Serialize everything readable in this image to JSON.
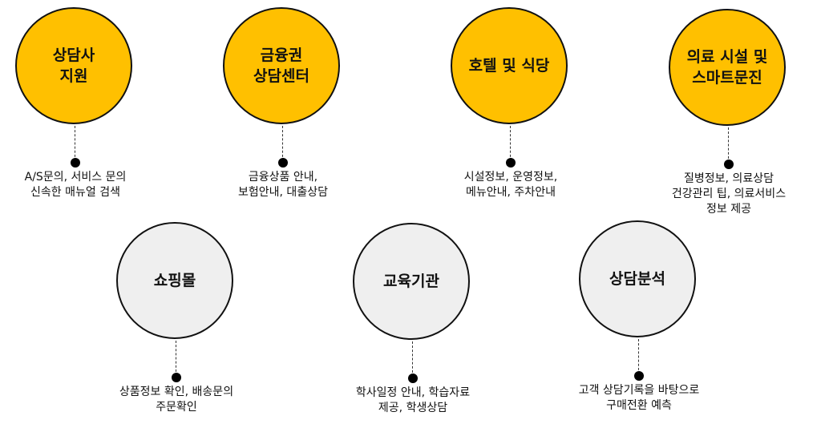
{
  "colors": {
    "primary": "#FFC000",
    "secondary": "#efefef"
  },
  "nodes": [
    {
      "title": "상담사\n지원",
      "description": "A/S문의, 서비스 문의\n신속한 매뉴얼 검색"
    },
    {
      "title": "금융권\n상담센터",
      "description": "금융상품 안내,\n보험안내, 대출상담"
    },
    {
      "title": "호텔 및 식당",
      "description": "시설정보, 운영정보,\n메뉴안내, 주차안내"
    },
    {
      "title": "의료 시설 및\n스마트문진",
      "description": "질병정보, 의료상담\n건강관리 팁, 의료서비스\n정보 제공"
    },
    {
      "title": "쇼핑몰",
      "description": "상품정보 확인, 배송문의\n주문확인"
    },
    {
      "title": "교육기관",
      "description": "학사일정 안내, 학습자료\n제공, 학생상담"
    },
    {
      "title": "상담분석",
      "description": "고객 상담기록을 바탕으로\n구매전환 예측"
    }
  ]
}
